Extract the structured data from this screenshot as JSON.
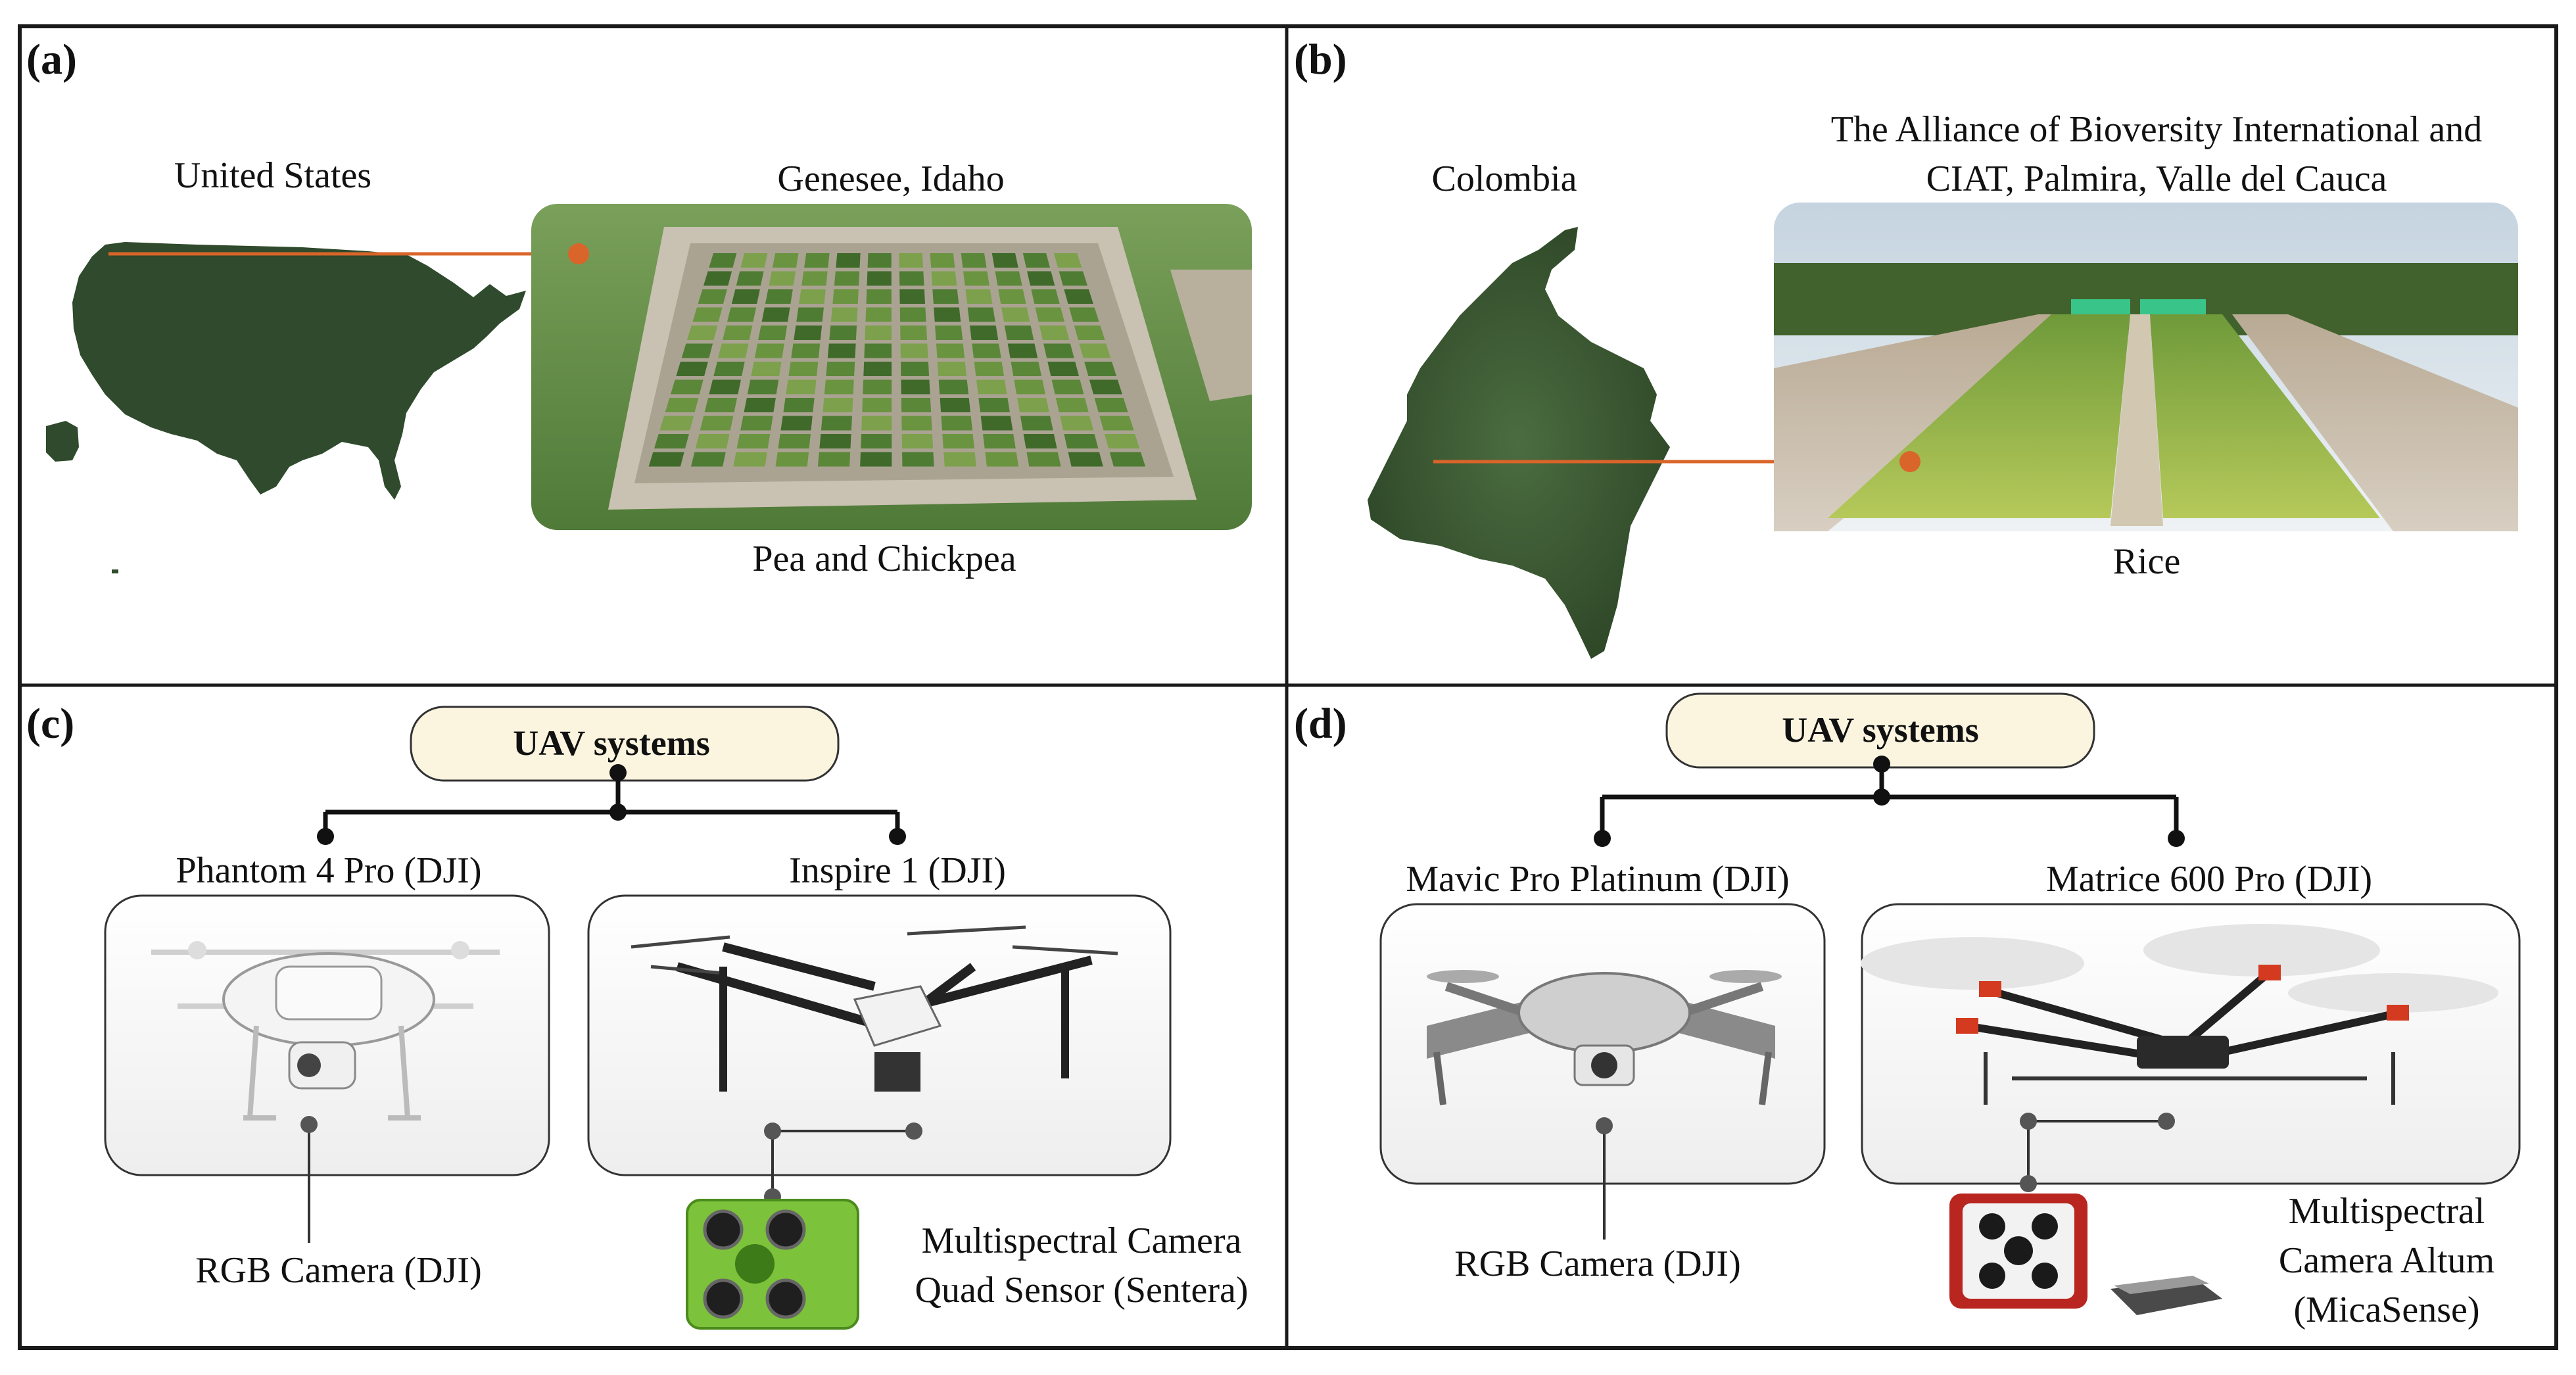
{
  "panels": {
    "a": {
      "letter": "(a)",
      "country": "United States",
      "site": "Genesee, Idaho",
      "crop": "Pea and Chickpea",
      "colors": {
        "map": "#2f4a2c",
        "field": "#5f8a45",
        "connector": "#d9652a"
      }
    },
    "b": {
      "letter": "(b)",
      "country": "Colombia",
      "site_line1": "The Alliance of Bioversity International and",
      "site_line2": "CIAT, Palmira, Valle del Cauca",
      "crop": "Rice",
      "colors": {
        "map": "#3b5a33",
        "sky": "#d8e2ea",
        "crop_green": "#8fb34a"
      }
    },
    "c": {
      "letter": "(c)",
      "hub_label": "UAV systems",
      "drone1": "Phantom 4 Pro (DJI)",
      "drone2": "Inspire 1 (DJI)",
      "sensor1": "RGB Camera (DJI)",
      "sensor2_line1": "Multispectral Camera",
      "sensor2_line2": "Quad Sensor (Sentera)",
      "colors": {
        "hub_fill": "#fbf5e0",
        "sensor_body": "#7cc23a"
      }
    },
    "d": {
      "letter": "(d)",
      "hub_label": "UAV systems",
      "drone1": "Mavic Pro Platinum (DJI)",
      "drone2": "Matrice 600 Pro (DJI)",
      "sensor1": "RGB Camera (DJI)",
      "sensor2_line1": "Multispectral",
      "sensor2_line2": "Camera Altum",
      "sensor2_line3": "(MicaSense)",
      "colors": {
        "hub_fill": "#fbf5e0",
        "sensor_body": "#b8261f"
      }
    }
  }
}
